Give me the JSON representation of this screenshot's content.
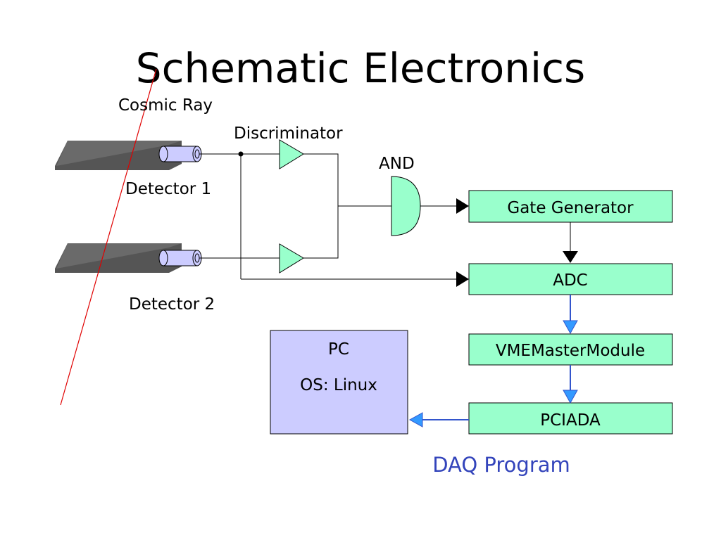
{
  "title": "Schematic Electronics",
  "cosmic_ray_label": "Cosmic Ray",
  "detectors": [
    {
      "label": "Detector 1"
    },
    {
      "label": "Detector 2"
    }
  ],
  "discriminator_label": "Discriminator",
  "and_label": "AND",
  "modules": {
    "gate_generator": "Gate Generator",
    "adc": "ADC",
    "vme_master": "VMEMasterModule",
    "pciada": "PCIADA"
  },
  "pc": {
    "title": "PC",
    "os": "OS: Linux"
  },
  "daq_label": "DAQ Program",
  "colors": {
    "module_fill": "#99ffcc",
    "triangle_fill": "#99ffcc",
    "pc_fill": "#ccccff",
    "pmt_fill": "#ccccff",
    "detector_fill": "#555555",
    "cosmic_ray": "#e00000",
    "data_path": "#3355cc",
    "data_arrow": "#3399ff",
    "daq_text": "#3344bb"
  }
}
